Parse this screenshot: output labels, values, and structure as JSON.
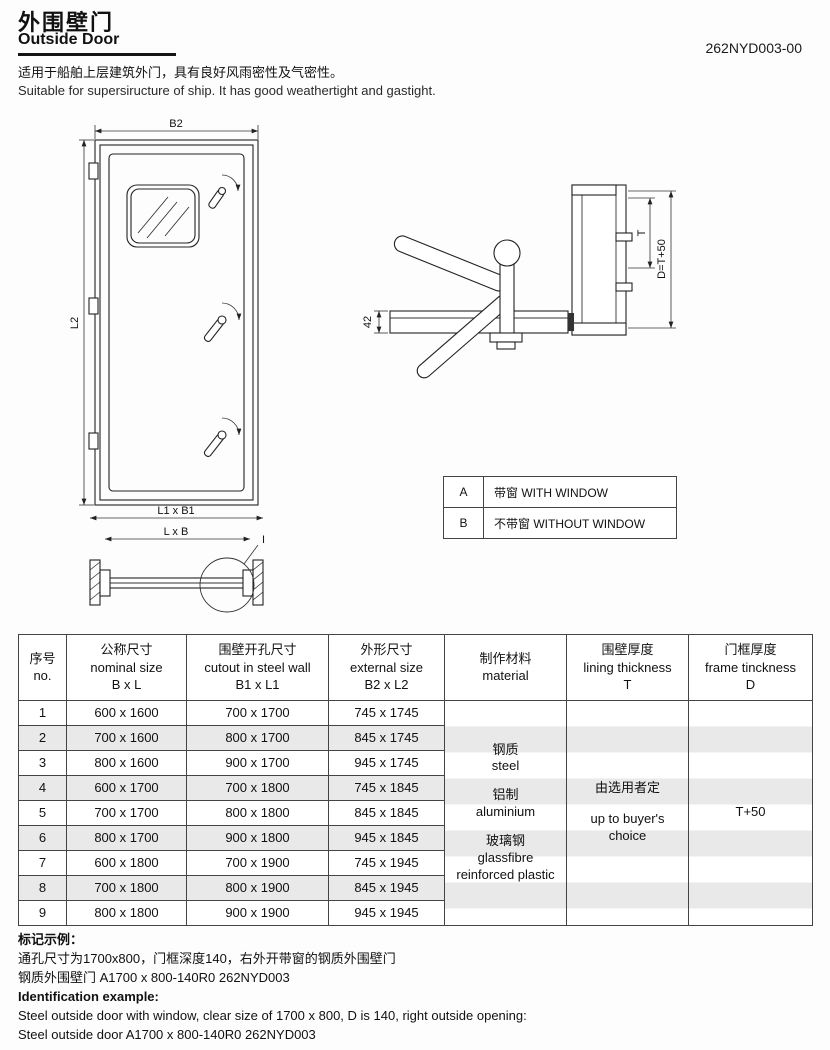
{
  "header": {
    "title_zh": "外围壁门",
    "title_en": "Outside Door",
    "doc_number": "262NYD003-00",
    "desc_zh": "适用于船舶上层建筑外门，具有良好风雨密性及气密性。",
    "desc_en": "Suitable for supersiructure of ship. It has good weathertight and gastight."
  },
  "drawing": {
    "dim_b2": "B2",
    "dim_l2": "L2",
    "dim_l1b1": "L1 x B1",
    "dim_lb": "L x B",
    "detail_mark": "I",
    "dim_42": "42",
    "dim_t": "T",
    "dim_d": "D=T+50"
  },
  "variant_table": {
    "rows": [
      {
        "key": "A",
        "label": "带窗 WITH WINDOW"
      },
      {
        "key": "B",
        "label": "不带窗 WITHOUT WINDOW"
      }
    ]
  },
  "spec_table": {
    "headers": [
      {
        "zh": "序号",
        "en": "no.",
        "sub": ""
      },
      {
        "zh": "公称尺寸",
        "en": "nominal size",
        "sub": "B x L"
      },
      {
        "zh": "围壁开孔尺寸",
        "en": "cutout in steel wall",
        "sub": "B1 x L1"
      },
      {
        "zh": "外形尺寸",
        "en": "external size",
        "sub": "B2 x L2"
      },
      {
        "zh": "制作材料",
        "en": "material",
        "sub": ""
      },
      {
        "zh": "围壁厚度",
        "en": "lining thickness",
        "sub": "T"
      },
      {
        "zh": "门框厚度",
        "en": "frame tinckness",
        "sub": "D"
      }
    ],
    "rows": [
      [
        "1",
        "600 x 1600",
        "700 x 1700",
        "745 x 1745"
      ],
      [
        "2",
        "700 x 1600",
        "800 x 1700",
        "845 x 1745"
      ],
      [
        "3",
        "800 x 1600",
        "900 x 1700",
        "945 x 1745"
      ],
      [
        "4",
        "600 x 1700",
        "700 x 1800",
        "745 x 1845"
      ],
      [
        "5",
        "700 x 1700",
        "800 x 1800",
        "845 x 1845"
      ],
      [
        "6",
        "800 x 1700",
        "900 x 1800",
        "945 x 1845"
      ],
      [
        "7",
        "600 x 1800",
        "700 x 1900",
        "745 x 1945"
      ],
      [
        "8",
        "700 x 1800",
        "800 x 1900",
        "845 x 1945"
      ],
      [
        "9",
        "800 x 1800",
        "900 x 1900",
        "945 x 1945"
      ]
    ],
    "material_lines": [
      "钢质",
      "steel",
      "铝制",
      "aluminium",
      "玻璃钢",
      "glassfibre",
      "reinforced plastic"
    ],
    "lining_lines": [
      "由选用者定",
      "up to buyer's",
      "choice"
    ],
    "frame_lines": [
      "T+50"
    ]
  },
  "footer": {
    "mark_label_zh": "标记示例：",
    "mark_line1_zh": "通孔尺寸为1700x800，门框深度140，右外开带窗的钢质外围壁门",
    "mark_line2_zh": "钢质外围壁门 A1700 x 800-140R0 262NYD003",
    "mark_label_en": "Identification example:",
    "mark_line1_en": "Steel outside door with window, clear size of 1700 x 800, D is 140, right outside opening:",
    "mark_line2_en": "Steel outside door A1700 x 800-140R0 262NYD003"
  }
}
